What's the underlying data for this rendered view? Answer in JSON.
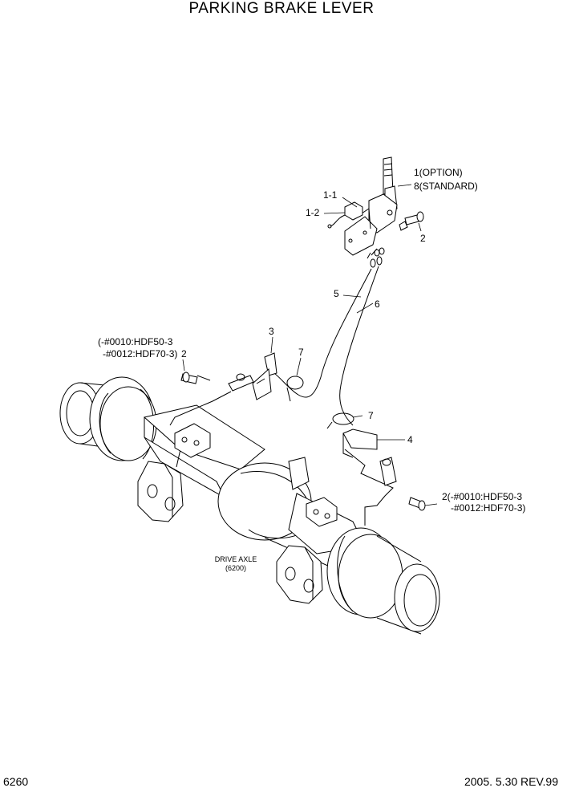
{
  "title": "PARKING BRAKE LEVER",
  "page_number": "6260",
  "revision": "2005. 5.30 REV.99",
  "callouts": {
    "c1_option": "1(OPTION)",
    "c8_standard": "8(STANDARD)",
    "c1_1": "1-1",
    "c1_2": "1-2",
    "c2_top": "2",
    "c5": "5",
    "c6": "6",
    "c3": "3",
    "c7_left": "7",
    "c2_left_line1": "(-#0010:HDF50-3",
    "c2_left_line2": "-#0012:HDF70-3)",
    "c2_left_num": "2",
    "c7_right": "7",
    "c4": "4",
    "c2_right_line1": "2(-#0010:HDF50-3",
    "c2_right_line2": "-#0012:HDF70-3)"
  },
  "drive_axle": {
    "label": "DRIVE AXLE",
    "ref": "(6200)"
  }
}
